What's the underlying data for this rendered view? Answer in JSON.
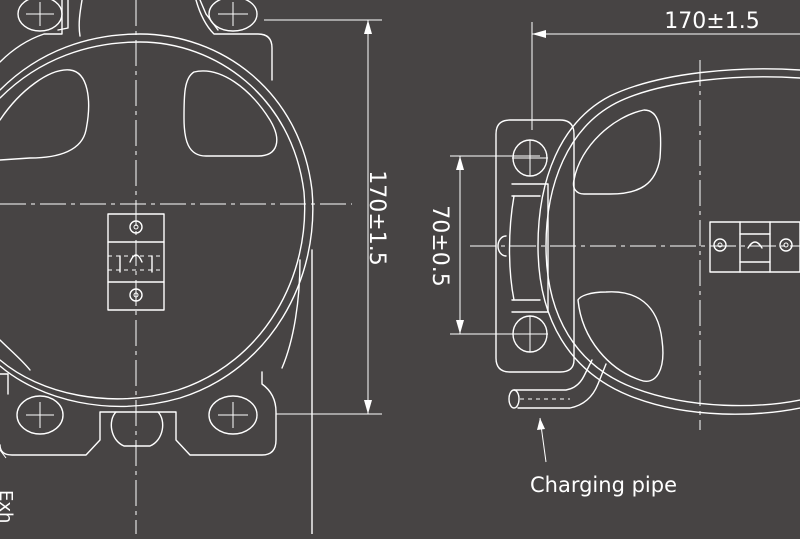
{
  "colors": {
    "background": "#474444",
    "line": "#ffffff"
  },
  "dimensions": {
    "left_height": "170±1.5",
    "top_width": "170±1.5",
    "bolt_spacing": "70±0.5"
  },
  "callouts": {
    "charging_pipe": "Charging pipe",
    "exhaust_partial": "Exh"
  }
}
